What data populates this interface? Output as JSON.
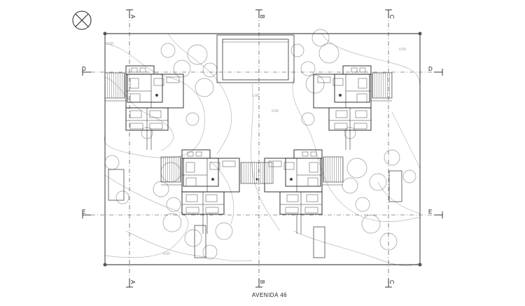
{
  "title": "",
  "street_label": "AVENIDA 46",
  "grid_axes": {
    "vertical": [
      "A",
      "B",
      "C"
    ],
    "horizontal": [
      "D",
      "E"
    ]
  },
  "contour_labels": [
    "0.50",
    "1.00",
    "0.50",
    "0.50",
    "0.50"
  ],
  "north_symbol": "north-arrow-icon",
  "colors": {
    "line": "#222222",
    "contour": "#b5b5b5",
    "hatch": "#555555"
  }
}
